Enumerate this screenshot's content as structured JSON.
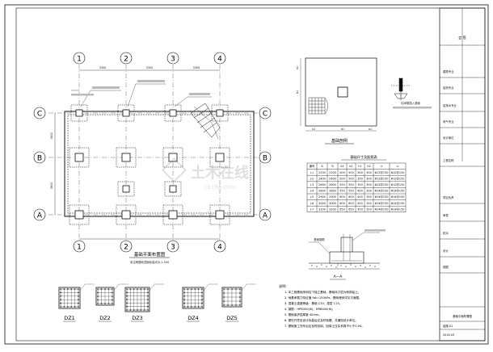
{
  "plan": {
    "grid_top": [
      "1",
      "2",
      "3",
      "4"
    ],
    "grid_bottom": [
      "1",
      "2",
      "3",
      "4"
    ],
    "grid_left": [
      "C",
      "B",
      "A"
    ],
    "grid_right": [
      "C",
      "B",
      "A"
    ],
    "title": "基础平面布置图",
    "subtitle": "未注明基础顶面标高均为-1.500",
    "dims_top": [
      "3300",
      "3300",
      "3300"
    ],
    "dims_side": [
      "3600",
      "3600"
    ]
  },
  "detail": {
    "title": "基础剖例",
    "table_title": "基础尺寸及配筋表",
    "table_headers": [
      "编号",
      "A",
      "B",
      "a1",
      "b1",
      "h1",
      "h2",
      "①",
      "②"
    ],
    "table_rows": [
      [
        "J-1",
        "2200",
        "2200",
        "500",
        "500",
        "300",
        "300",
        "Φ12@150",
        "Φ12@150"
      ],
      [
        "J-2",
        "2400",
        "2400",
        "500",
        "500",
        "350",
        "300",
        "Φ12@150",
        "Φ12@150"
      ],
      [
        "J-3",
        "2600",
        "2600",
        "550",
        "550",
        "350",
        "300",
        "Φ12@150",
        "Φ12@150"
      ],
      [
        "J-4",
        "2800",
        "2800",
        "550",
        "550",
        "400",
        "300",
        "Φ14@150",
        "Φ14@150"
      ],
      [
        "J-5",
        "2900",
        "2900",
        "600",
        "600",
        "400",
        "350",
        "Φ14@150",
        "Φ14@150"
      ],
      [
        "J-6",
        "3000",
        "3000",
        "600",
        "600",
        "400",
        "350",
        "Φ14@150",
        "Φ14@150"
      ],
      [
        "J-7",
        "3200",
        "3200",
        "650",
        "650",
        "450",
        "350",
        "Φ14@150",
        "Φ14@150"
      ]
    ],
    "section_label": "A—A",
    "rebar_label": "基础钢筋",
    "small_note": "柱纵筋插入基础"
  },
  "columns": {
    "labels": [
      "DZ1",
      "DZ2",
      "DZ3",
      "DZ4",
      "DZ5"
    ]
  },
  "notes": {
    "heading": "说明:",
    "lines": [
      "1. 本工程基础采用柱下独立基础，基础持力层为粉质粘土。",
      "2. 地基承载力特征值 fak=150kPa，基础埋深详见平面图。",
      "3. 混凝土强度等级：基础 C30，垫层 C15。",
      "4. 钢筋：HPB300(Φ)，HRB400(Φ)。",
      "5. 基础保护层厚度 40mm。",
      "6. 基坑开挖至设计标高后应及时验槽，并通知设计单位。",
      "7. 基础施工完毕后应及时回填，回填土压实系数不小于0.94。"
    ]
  },
  "titleblock": {
    "header": "会 签",
    "rows": [
      "建筑专业",
      "结构专业",
      "给排水专业",
      "电气专业",
      "设计单位",
      "工程名称",
      "项目负责",
      "审核",
      "校对",
      "设计",
      "制图"
    ],
    "drawing_name": "基础平面布置图",
    "drawing_no": "结施-01",
    "date": "2016.03"
  },
  "watermark": {
    "text": "土木在线",
    "sub": "co188.com"
  }
}
